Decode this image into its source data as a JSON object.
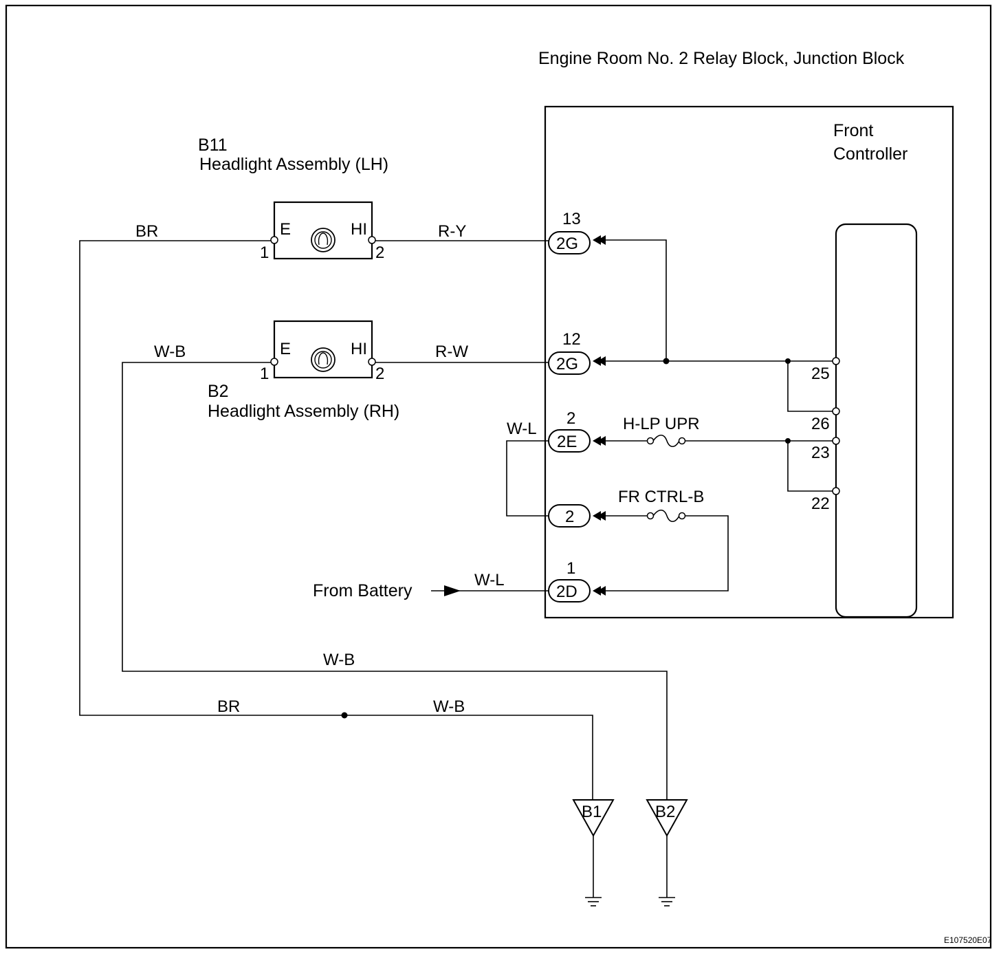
{
  "block_title": "Engine Room No. 2 Relay Block, Junction Block",
  "controller": {
    "line1": "Front",
    "line2": "Controller"
  },
  "headlight_lh": {
    "code": "B11",
    "name": "Headlight Assembly (LH)",
    "pin_e": "E",
    "pin_hi": "HI",
    "pin1": "1",
    "pin2": "2"
  },
  "headlight_rh": {
    "code": "B2",
    "name": "Headlight Assembly (RH)",
    "pin_e": "E",
    "pin_hi": "HI",
    "pin1": "1",
    "pin2": "2"
  },
  "wires": {
    "br_top": "BR",
    "wb_top": "W-B",
    "ry": "R-Y",
    "rw": "R-W",
    "wl_left": "W-L",
    "wl_battery": "W-L",
    "wb_mid": "W-B",
    "br_bottom": "BR",
    "wb_bottom": "W-B"
  },
  "connectors": [
    {
      "pin": "13",
      "code": "2G"
    },
    {
      "pin": "12",
      "code": "2G"
    },
    {
      "pin": "2",
      "code": "2E"
    },
    {
      "pin": "",
      "code": "2"
    },
    {
      "pin": "1",
      "code": "2D"
    }
  ],
  "fuses": {
    "hlp": "H-LP UPR",
    "frctrl": "FR CTRL-B"
  },
  "controller_pins": [
    "25",
    "26",
    "23",
    "22"
  ],
  "from_battery": "From Battery",
  "grounds": [
    "B1",
    "B2"
  ],
  "doc_code": "E107520E07"
}
